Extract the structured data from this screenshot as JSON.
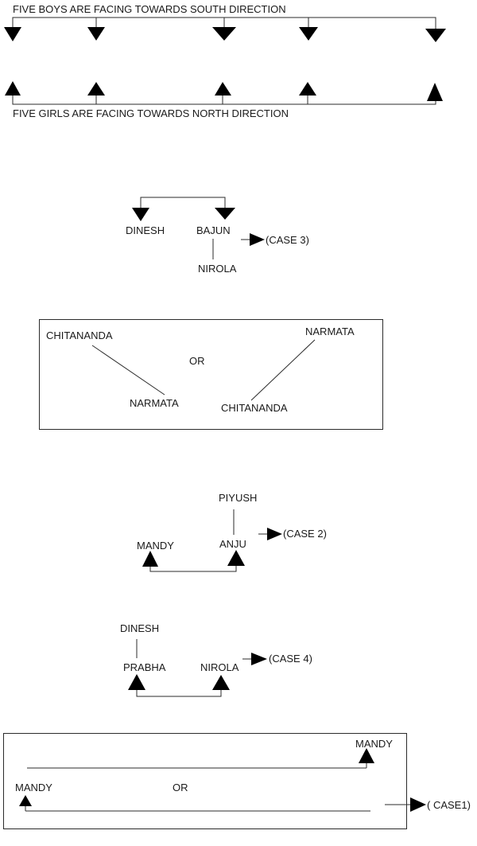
{
  "heading_boys": "FIVE BOYS ARE FACING TOWARDS SOUTH DIRECTION",
  "heading_girls": "FIVE GIRLS ARE FACING TOWARDS NORTH DIRECTION",
  "case3": {
    "dinesh": "DINESH",
    "bajun": "BAJUN",
    "nirola": "NIROLA",
    "tag": "(CASE 3)"
  },
  "box1": {
    "chitananda_a": "CHITANANDA",
    "narmata_a": "NARMATA",
    "or": "OR",
    "narmata_b": "NARMATA",
    "chitananda_b": "CHITANANDA"
  },
  "case2": {
    "piyush": "PIYUSH",
    "mandy": "MANDY",
    "anju": "ANJU",
    "tag": "(CASE 2)"
  },
  "case4": {
    "dinesh": "DINESH",
    "prabha": "PRABHA",
    "nirola": "NIROLA",
    "tag": "(CASE 4)"
  },
  "box2": {
    "mandy_a": "MANDY",
    "or": "OR",
    "mandy_b": "MANDY"
  },
  "case1": {
    "tag": "( CASE1)"
  }
}
